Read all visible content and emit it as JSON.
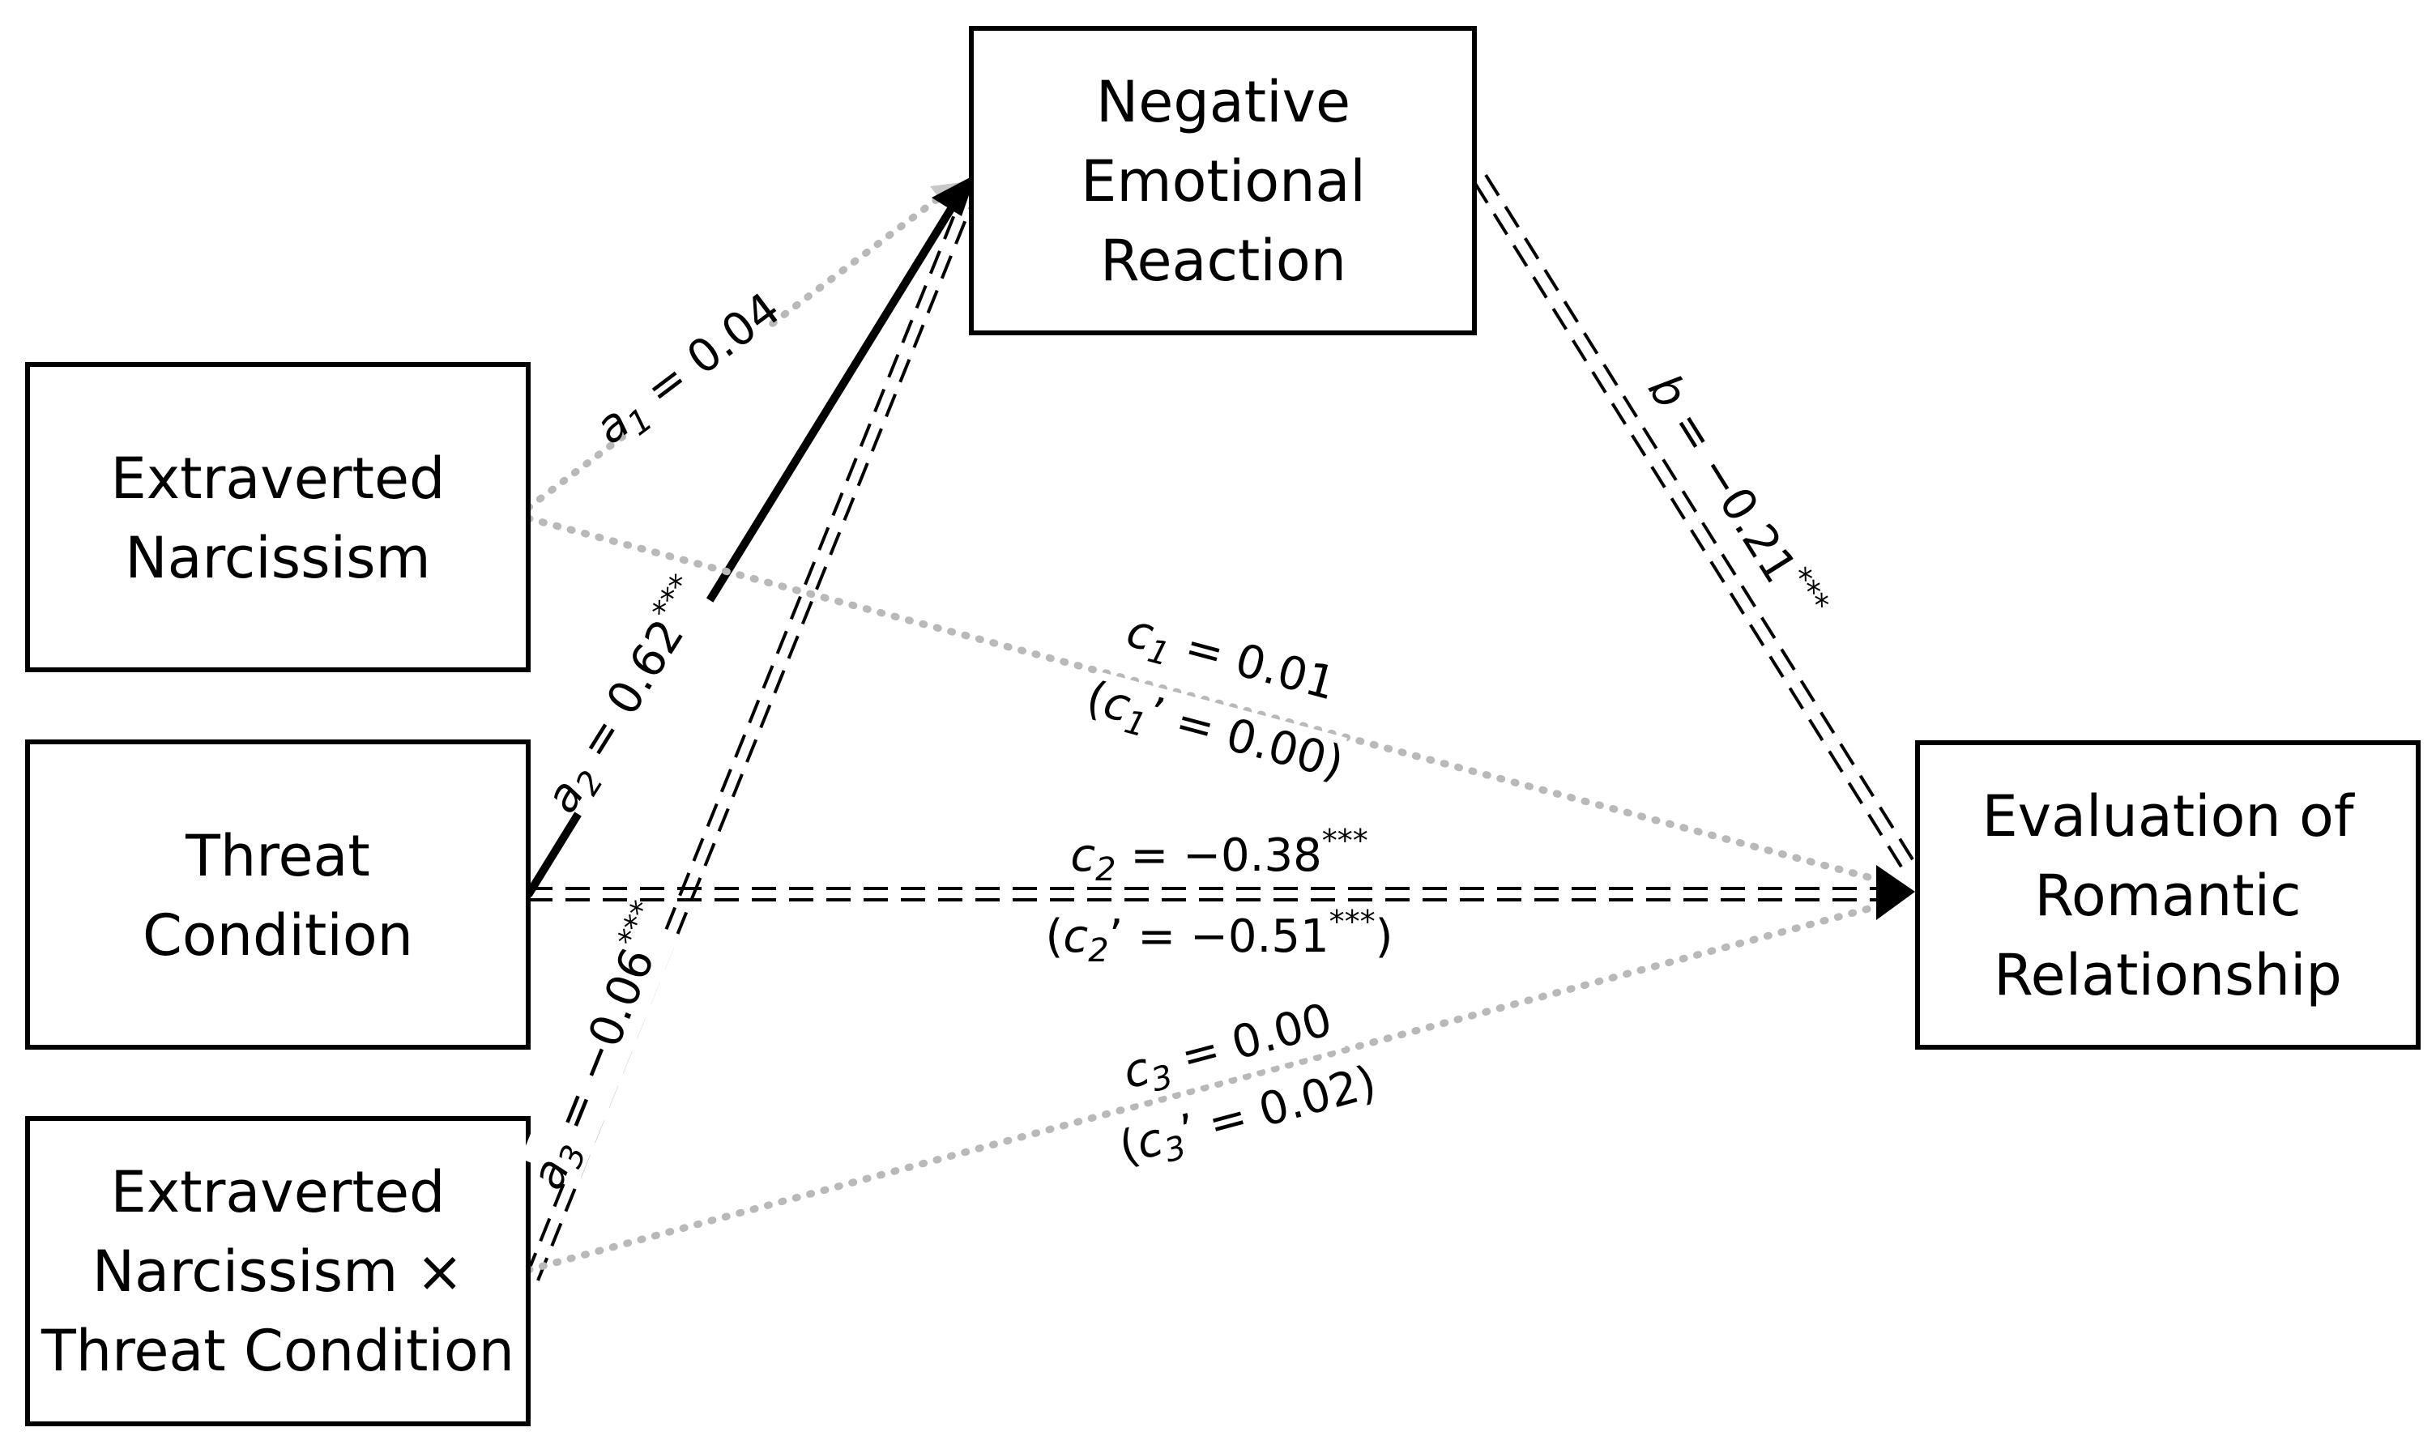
{
  "nodes": {
    "negative_emotional_reaction": [
      "Negative",
      "Emotional",
      "Reaction"
    ],
    "extraverted_narcissism": [
      "Extraverted",
      "Narcissism"
    ],
    "threat_condition": [
      "Threat",
      "Condition"
    ],
    "interaction": [
      "Extraverted",
      "Narcissism ×",
      "Threat Condition"
    ],
    "evaluation": [
      "Evaluation of",
      "Romantic",
      "Relationship"
    ]
  },
  "paths": {
    "a1": {
      "var": "a",
      "sub": "1",
      "eq": " = 0.04",
      "sig": ""
    },
    "a2": {
      "var": "a",
      "sub": "2",
      "eq": " = 0.62",
      "sig": "***"
    },
    "a3": {
      "var": "a",
      "sub": "3",
      "eq": " = −0.06",
      "sig": "***"
    },
    "b": {
      "var": "b",
      "eq": " = −0.21",
      "sig": "***"
    },
    "c1": {
      "var": "c",
      "sub": "1",
      "eq": " = 0.01",
      "prime_open": "(",
      "prime_var": "c",
      "prime_mark": "’",
      "prime_eq": " = 0.00)"
    },
    "c2": {
      "var": "c",
      "sub": "2",
      "eq": " = −0.38",
      "sig": "***",
      "prime_open": "(",
      "prime_var": "c",
      "prime_mark": "’",
      "prime_eq": " = −0.51",
      "prime_sig": "***",
      "prime_close": ")"
    },
    "c3": {
      "var": "c",
      "sub": "3",
      "eq": " = 0.00",
      "prime_open": "(",
      "prime_var": "c",
      "prime_mark": "’",
      "prime_eq": " = 0.02)"
    }
  },
  "colors": {
    "nonsignificant_path": "#b9b9b9",
    "significant_path": "#000000"
  }
}
